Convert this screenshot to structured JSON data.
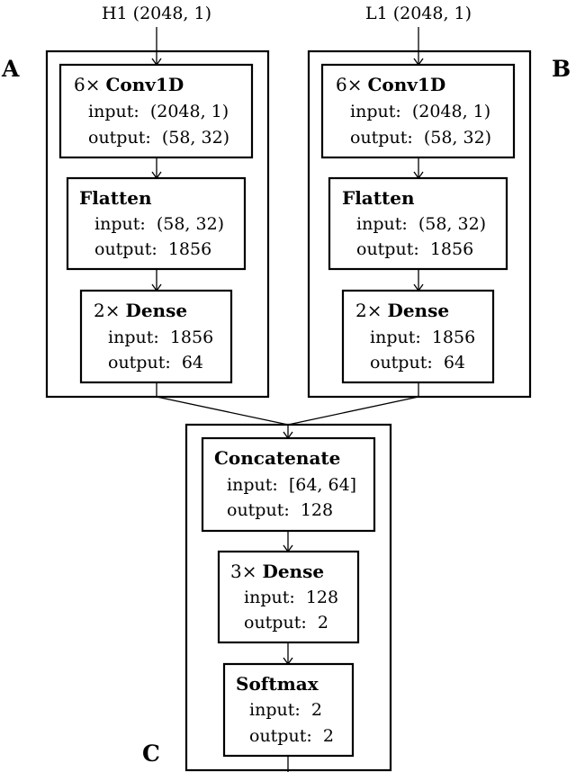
{
  "inputs": {
    "left": "H1 (2048, 1)",
    "right": "L1 (2048, 1)"
  },
  "panels": {
    "a": {
      "label": "A"
    },
    "b": {
      "label": "B"
    },
    "c": {
      "label": "C"
    }
  },
  "branch_a": {
    "conv": {
      "prefix": "6×",
      "name": "Conv1D",
      "input": "input:  (2048, 1)",
      "output": "output:  (58, 32)"
    },
    "flatten": {
      "name": "Flatten",
      "input": "input:  (58, 32)",
      "output": "output:  1856"
    },
    "dense": {
      "prefix": "2×",
      "name": "Dense",
      "input": "input:  1856",
      "output": "output:  64"
    }
  },
  "branch_b": {
    "conv": {
      "prefix": "6×",
      "name": "Conv1D",
      "input": "input:  (2048, 1)",
      "output": "output:  (58, 32)"
    },
    "flatten": {
      "name": "Flatten",
      "input": "input:  (58, 32)",
      "output": "output:  1856"
    },
    "dense": {
      "prefix": "2×",
      "name": "Dense",
      "input": "input:  1856",
      "output": "output:  64"
    }
  },
  "head": {
    "concat": {
      "name": "Concatenate",
      "input": "input:  [64, 64]",
      "output": "output:  128"
    },
    "dense": {
      "prefix": "3×",
      "name": "Dense",
      "input": "input:  128",
      "output": "output:  2"
    },
    "softmax": {
      "name": "Softmax",
      "input": "input:  2",
      "output": "output:  2"
    }
  }
}
